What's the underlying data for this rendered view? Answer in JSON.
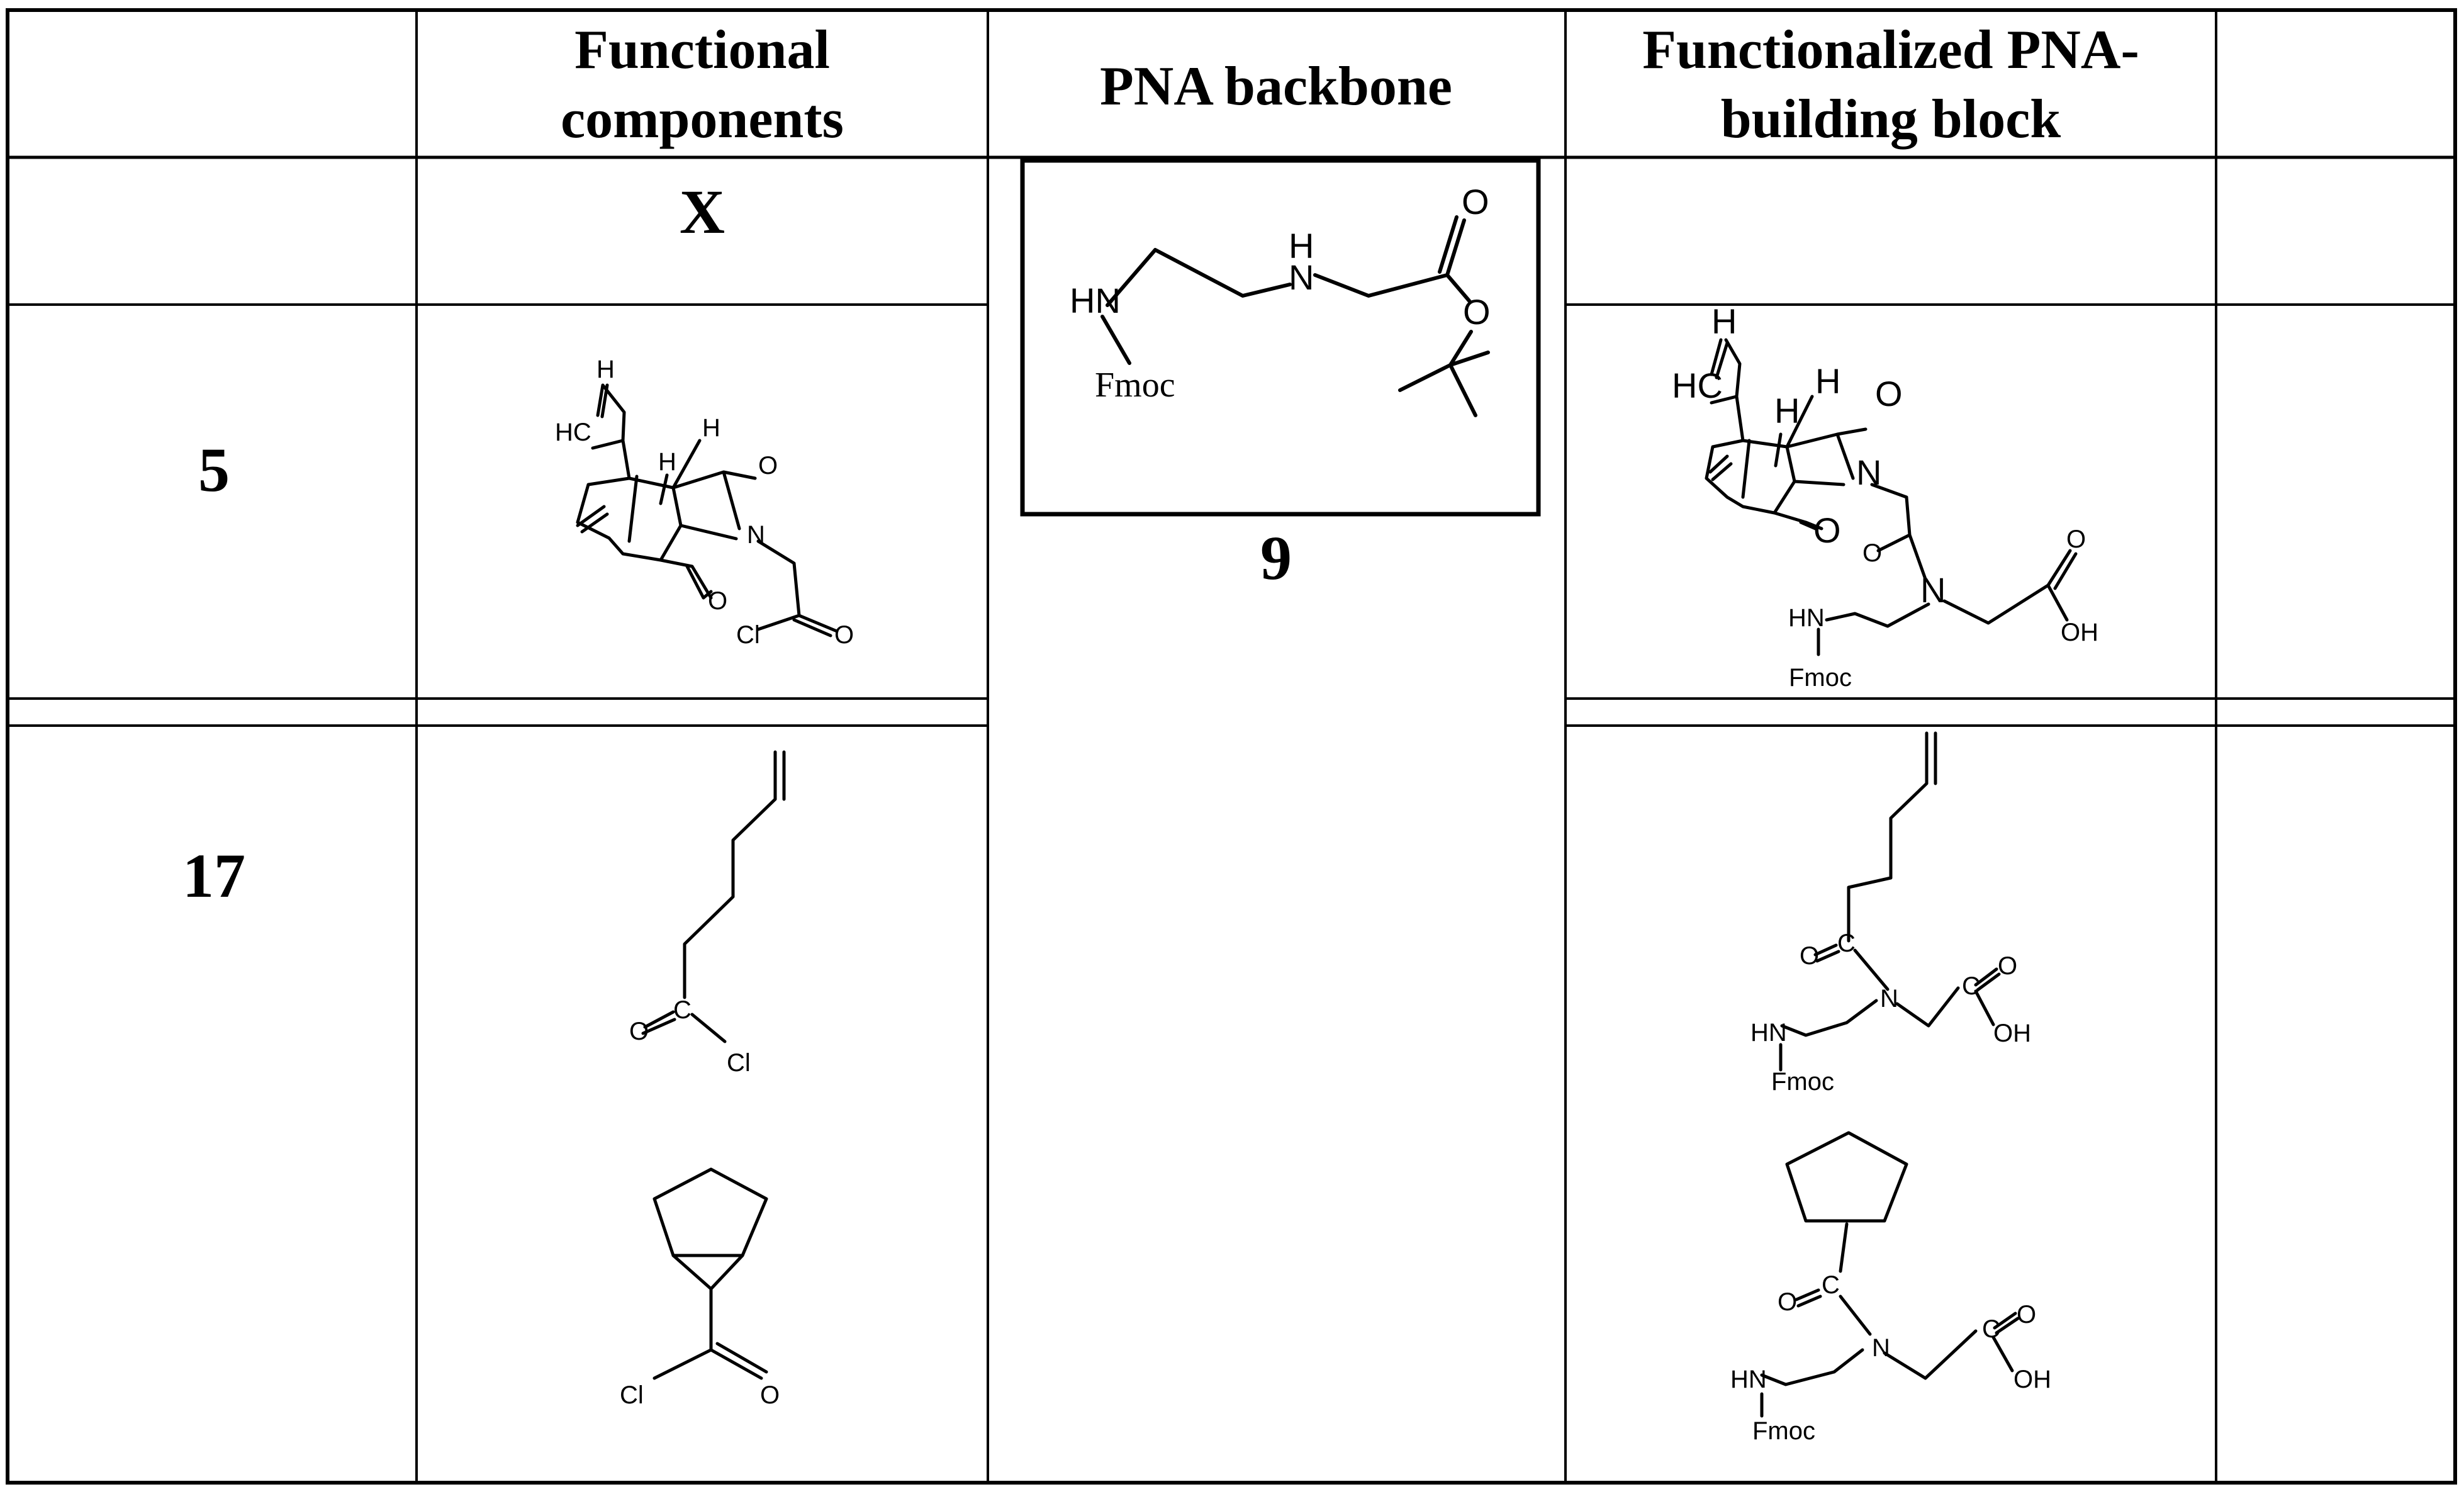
{
  "table": {
    "headers": {
      "functional_components": [
        "Functional",
        "components"
      ],
      "pna_backbone": "PNA backbone",
      "functionalized_block": [
        "Functionalized PNA-",
        "building block"
      ]
    },
    "row_x_label": "X",
    "rows": [
      {
        "id": "5"
      },
      {
        "id": "17"
      }
    ],
    "backbone_compound_id": "9"
  },
  "atom_labels": {
    "O": "O",
    "N": "N",
    "H": "H",
    "HN": "HN",
    "Cl": "Cl",
    "OH": "OH",
    "Fmoc": "Fmoc",
    "HC": "HC",
    "C": "C"
  }
}
